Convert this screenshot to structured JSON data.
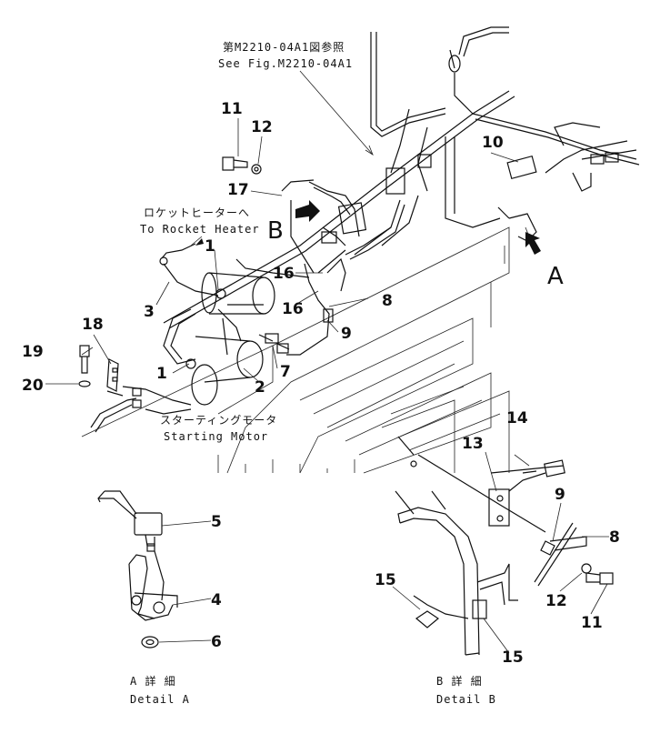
{
  "references": {
    "ref_jp": "第M2210-04A1図参照",
    "ref_en": "See Fig.M2210-04A1",
    "rocket_jp": "ロケットヒーターへ",
    "rocket_en": "To Rocket Heater",
    "starter_jp": "スターティングモータ",
    "starter_en": "Starting Motor",
    "view_a": "A",
    "view_b": "B"
  },
  "details": {
    "a_jp": "A 詳 細",
    "a_en": "Detail A",
    "b_jp": "B 詳 細",
    "b_en": "Detail B"
  },
  "part_numbers": {
    "p1a": "1",
    "p1b": "1",
    "p2": "2",
    "p3": "3",
    "p4": "4",
    "p5": "5",
    "p6": "6",
    "p7": "7",
    "p8a": "8",
    "p8b": "8",
    "p9a": "9",
    "p9b": "9",
    "p10": "10",
    "p11a": "11",
    "p11b": "11",
    "p12a": "12",
    "p12b": "12",
    "p13": "13",
    "p14": "14",
    "p15a": "15",
    "p15b": "15",
    "p16a": "16",
    "p16b": "16",
    "p17": "17",
    "p18": "18",
    "p19": "19",
    "p20": "20"
  }
}
